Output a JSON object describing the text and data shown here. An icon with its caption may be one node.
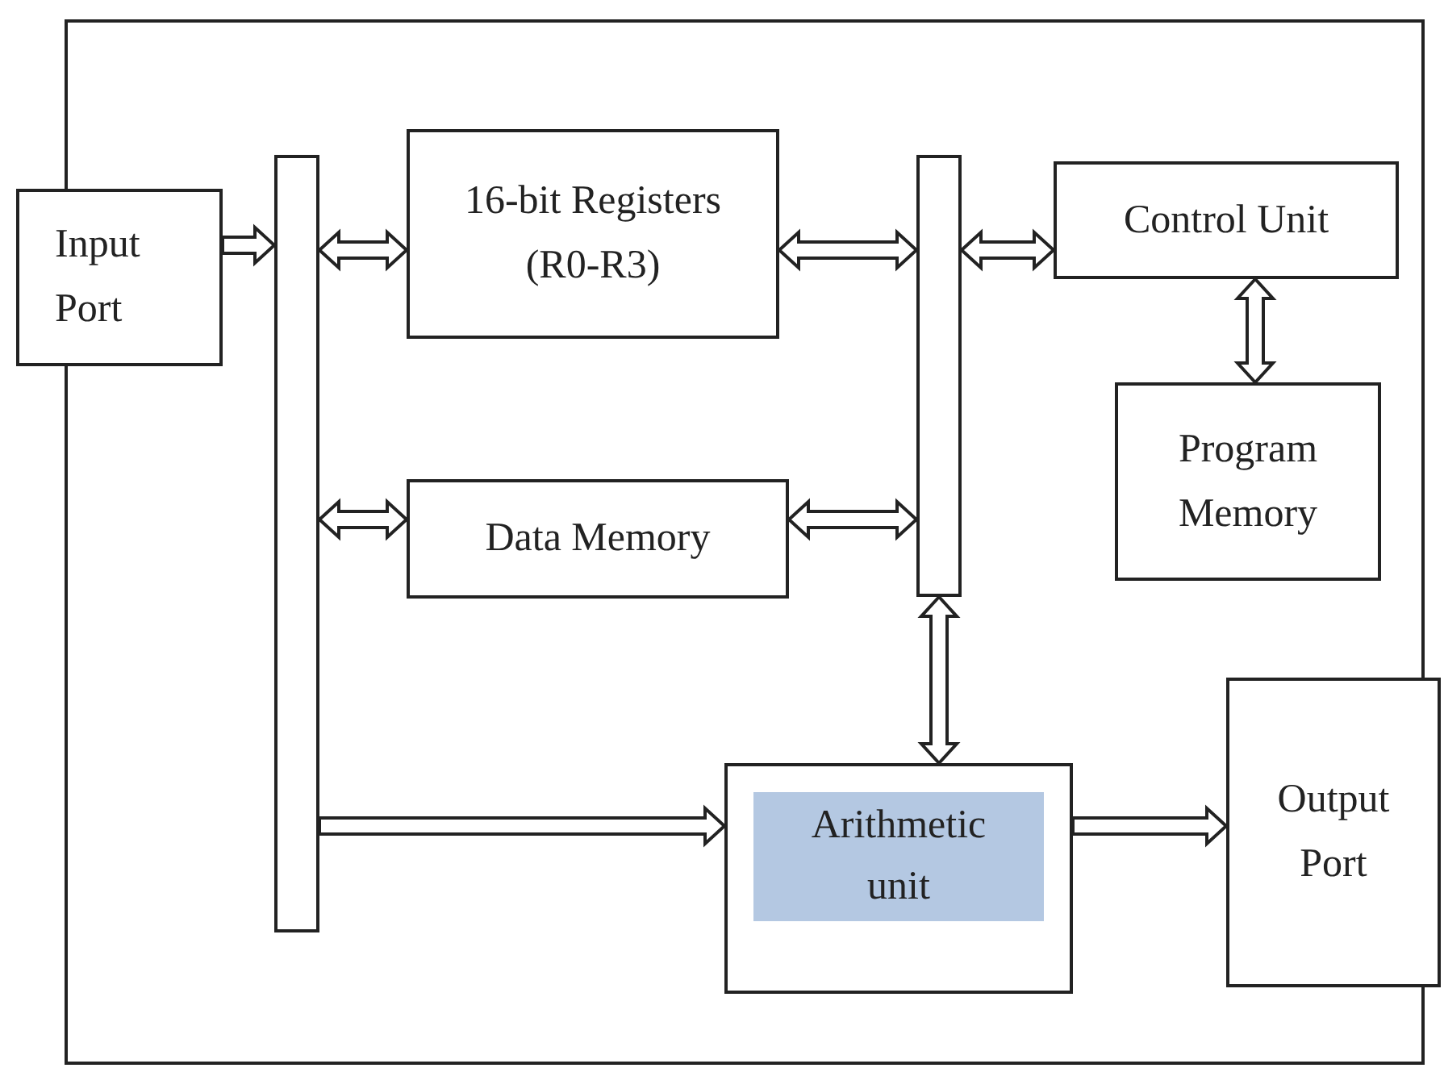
{
  "diagram": {
    "nodes": [
      {
        "text": [],
        "shape": "box"
      },
      {
        "text": [
          "Input Port"
        ]
      },
      {
        "text": [],
        "shape": "bar",
        "in": 0
      },
      {
        "text": [
          "16-bit Registers (R0-R3)"
        ],
        "in": 0
      },
      {
        "text": [],
        "shape": "bar",
        "in": 0
      },
      {
        "text": [
          "Control Unit"
        ],
        "in": 0
      },
      {
        "text": [
          "Program Memory"
        ],
        "in": 0
      },
      {
        "text": [
          "Data Memory"
        ],
        "in": 0
      },
      {
        "text": [
          "Arithmetic unit"
        ],
        "in": 0
      },
      {
        "text": [
          "Output Port"
        ]
      }
    ],
    "edges": [
      {
        "from": 1,
        "to": 2,
        "arrow": "to"
      },
      {
        "from": 2,
        "to": 3,
        "arrow": "both"
      },
      {
        "from": 2,
        "to": 7,
        "arrow": "both"
      },
      {
        "from": 3,
        "to": 4,
        "arrow": "both"
      },
      {
        "from": 4,
        "to": 5,
        "arrow": "both"
      },
      {
        "from": 5,
        "to": 6,
        "arrow": "both"
      },
      {
        "from": 7,
        "to": 4,
        "arrow": "both"
      },
      {
        "from": 4,
        "to": 8,
        "arrow": "both"
      },
      {
        "from": 2,
        "to": 8,
        "arrow": "to"
      },
      {
        "from": 8,
        "to": 9,
        "arrow": "to"
      }
    ]
  }
}
